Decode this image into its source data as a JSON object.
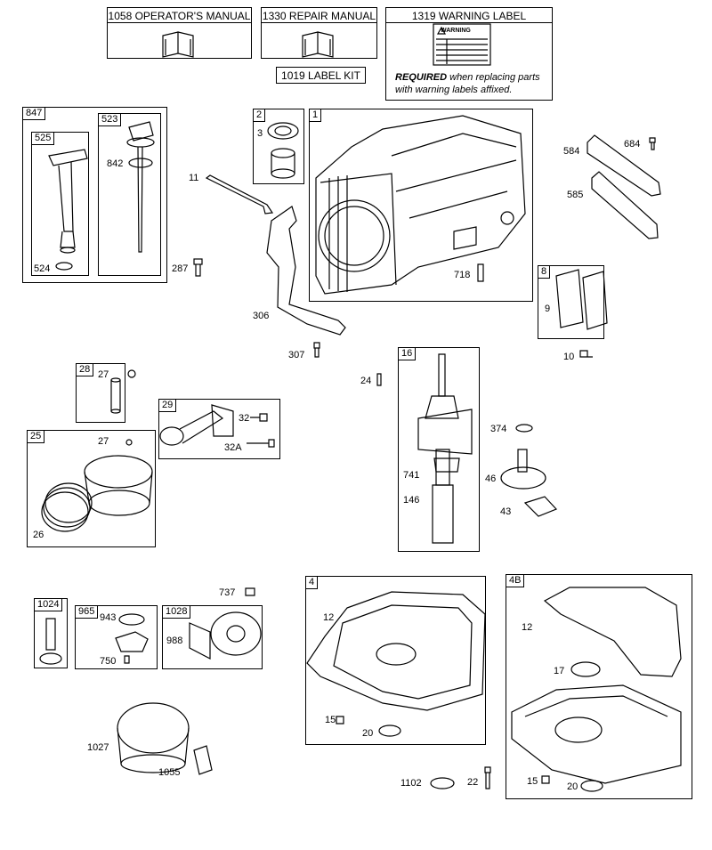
{
  "manuals": {
    "operators": "1058 OPERATOR'S MANUAL",
    "repair": "1330 REPAIR MANUAL",
    "warning_label": "1319 WARNING LABEL",
    "label_kit": "1019 LABEL KIT",
    "warning_word": "WARNING",
    "required_bold": "REQUIRED",
    "required_rest_1": " when replacing parts",
    "required_rest_2": "with warning labels affixed."
  },
  "groups": {
    "g847": "847",
    "g525": "525",
    "g523": "523",
    "g2": "2",
    "g1": "1",
    "g8": "8",
    "g28": "28",
    "g29": "29",
    "g25": "25",
    "g16": "16",
    "g1024": "1024",
    "g965": "965",
    "g1028": "1028",
    "g4": "4",
    "g4b": "4B"
  },
  "parts": {
    "p842": "842",
    "p524": "524",
    "p11": "11",
    "p287": "287",
    "p3": "3",
    "p584": "584",
    "p684": "684",
    "p585": "585",
    "p718": "718",
    "p306": "306",
    "p307": "307",
    "p9": "9",
    "p10": "10",
    "p24": "24",
    "p27a": "27",
    "p27b": "27",
    "p32": "32",
    "p32a": "32A",
    "p26": "26",
    "p374": "374",
    "p741": "741",
    "p146": "146",
    "p46": "46",
    "p43": "43",
    "p737": "737",
    "p943": "943",
    "p750": "750",
    "p988": "988",
    "p12a": "12",
    "p15a": "15",
    "p20a": "20",
    "p12b": "12",
    "p17": "17",
    "p15b": "15",
    "p20b": "20",
    "p1027": "1027",
    "p1055": "1055",
    "p1102": "1102",
    "p22": "22"
  }
}
